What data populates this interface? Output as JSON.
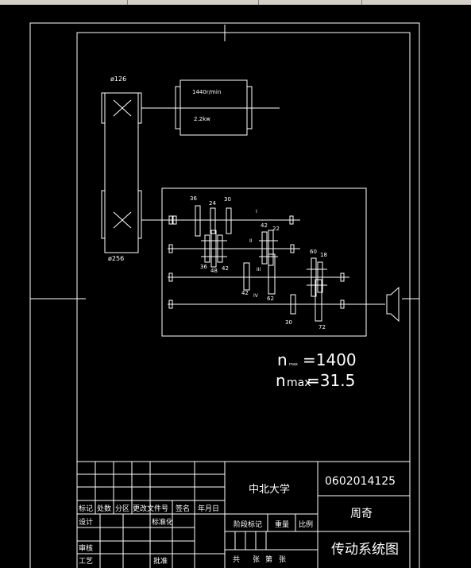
{
  "motor": {
    "speed": "1440r/min",
    "power": "2.2kw"
  },
  "pulleys": {
    "small": "ø126",
    "large": "ø256"
  },
  "shafts": {
    "I": "I",
    "II": "II",
    "III": "III",
    "IV": "IV"
  },
  "gears": {
    "g36a": "36",
    "g24": "24",
    "g30a": "30",
    "g42a": "42",
    "g22": "22",
    "g36b": "36",
    "g48": "48",
    "g42b": "42",
    "g42c": "42",
    "g62": "62",
    "g60": "60",
    "g18": "18",
    "g30b": "30",
    "g72": "72"
  },
  "speeds": {
    "nmax_prefix": "n",
    "nmax_sub": "max",
    "nmax_value": "=1400",
    "nmin_prefix": "n",
    "nmin_sub": "max",
    "nmin_value": "=31.5"
  },
  "titleblock": {
    "school": "中北大学",
    "drawing_number": "0602014125",
    "author": "周奇",
    "drawing_name": "传动系统图",
    "col_biaoji": "标记",
    "col_chushu": "处数",
    "col_fenqu": "分区",
    "col_change_no": "更改文件号",
    "col_sign": "签名",
    "col_date": "年月日",
    "design": "设计",
    "standardize": "标准化",
    "stage_mark": "阶段标记",
    "weight": "重量",
    "scale": "比例",
    "review": "审核",
    "process": "工艺",
    "approve": "批准",
    "total": "共",
    "sheets1": "张",
    "page_no": "第",
    "sheets2": "张"
  }
}
